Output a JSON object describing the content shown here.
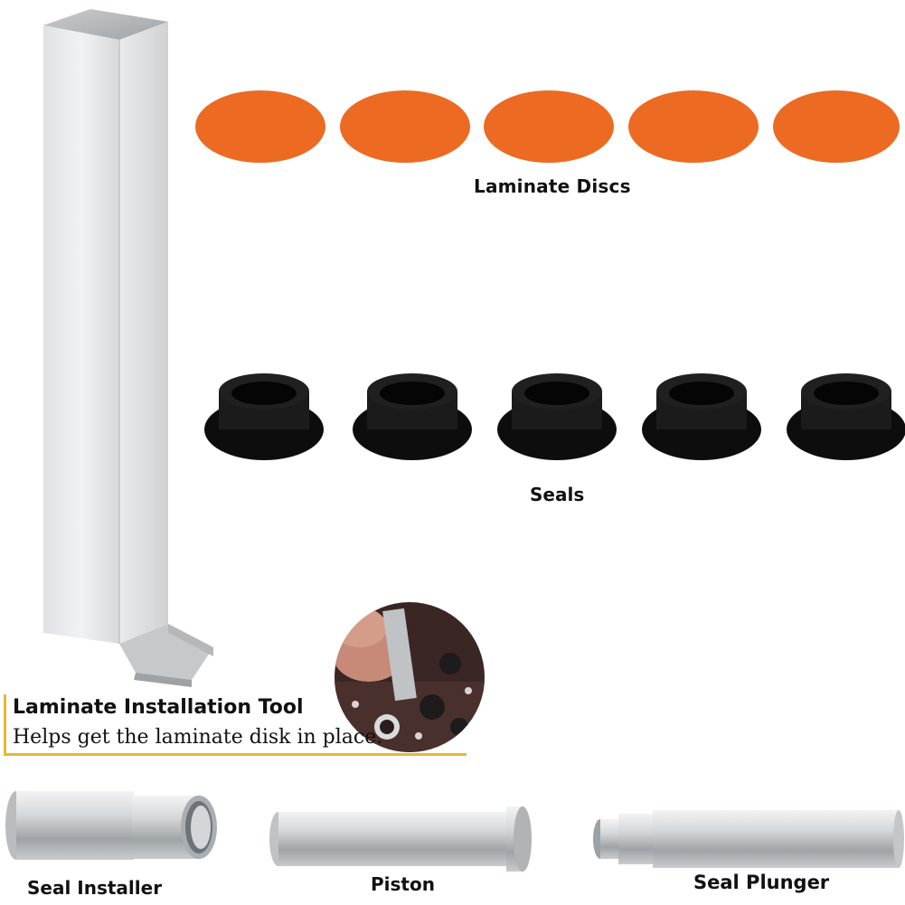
{
  "labels": {
    "laminate_discs": "Laminate Discs",
    "seals": "Seals",
    "tool_title": "Laminate Installation Tool",
    "tool_caption": "Helps get the laminate disk in place.",
    "seal_installer": "Seal Installer",
    "piston": "Piston",
    "seal_plunger": "Seal Plunger"
  },
  "colors": {
    "disc_orange": "#ec6a22",
    "seal_black": "#111111",
    "bracket_gold": "#e8b930",
    "metal_light": "#e6e8ea",
    "metal_dark": "#a8acb0"
  },
  "counts": {
    "discs": 5,
    "seals": 5
  }
}
